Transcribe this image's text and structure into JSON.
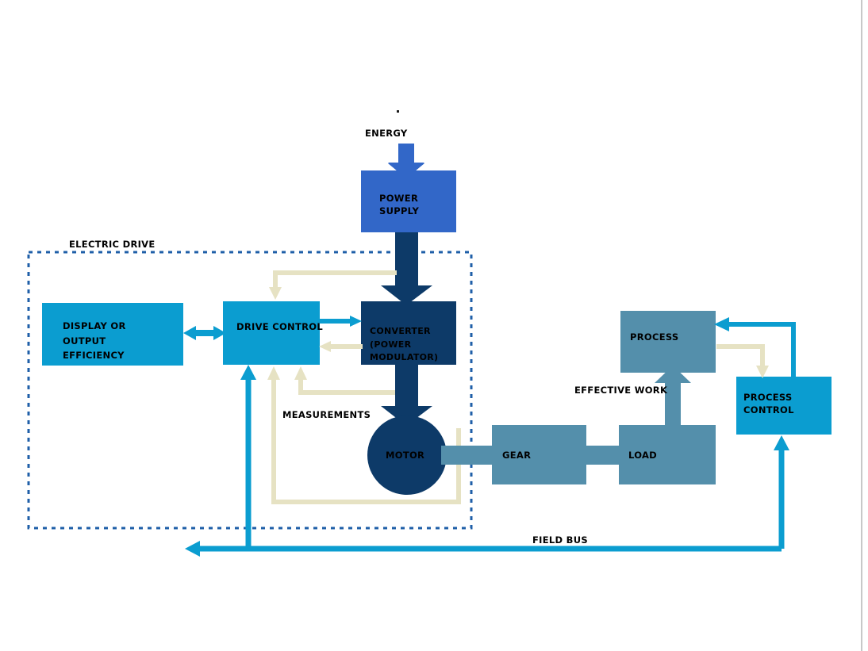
{
  "diagram": {
    "title_labels": {
      "energy": "ENERGY",
      "electric_drive": "ELECTRIC DRIVE",
      "measurements": "MEASUREMENTS",
      "effective_work": "EFFECTIVE WORK",
      "field_bus": "FIELD BUS"
    },
    "nodes": {
      "power_supply": {
        "line1": "POWER",
        "line2": "SUPPLY",
        "color": "#3267c8"
      },
      "display_output": {
        "line1": "DISPLAY OR",
        "line2": "OUTPUT",
        "line3": "EFFICIENCY",
        "color": "#0b9dd0"
      },
      "drive_control": {
        "line1": "DRIVE CONTROL",
        "color": "#0b9dd0"
      },
      "converter": {
        "line1": "CONVERTER",
        "line2": "(POWER",
        "line3": "MODULATOR)",
        "color": "#0d3a68"
      },
      "motor": {
        "line1": "MOTOR",
        "color": "#0d3a68"
      },
      "gear": {
        "line1": "GEAR",
        "color": "#548fab"
      },
      "load": {
        "line1": "LOAD",
        "color": "#548fab"
      },
      "process": {
        "line1": "PROCESS",
        "color": "#548fab"
      },
      "process_control": {
        "line1": "PROCESS",
        "line2": "CONTROL",
        "color": "#0b9dd0"
      }
    },
    "colors": {
      "royal_blue": "#3267c8",
      "cyan": "#0b9dd0",
      "navy": "#0d3a68",
      "steel_blue": "#548fab",
      "tan": "#e6e2c3",
      "background": "#ffffff",
      "page_edge": "#c8c8c8"
    }
  }
}
